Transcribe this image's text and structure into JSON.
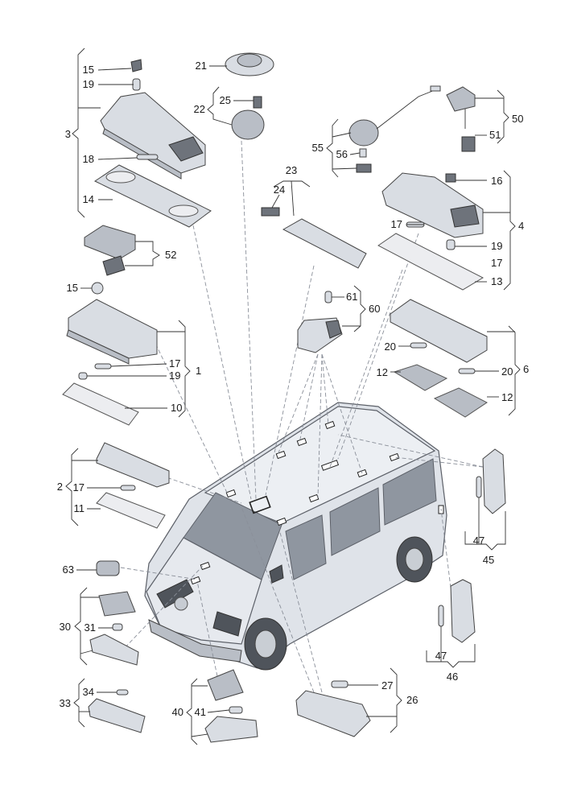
{
  "labels": {
    "l1": "1",
    "l2": "2",
    "l3": "3",
    "l4": "4",
    "l6": "6",
    "l10": "10",
    "l11": "11",
    "l12a": "12",
    "l12b": "12",
    "l13": "13",
    "l14": "14",
    "l15a": "15",
    "l15b": "15",
    "l16": "16",
    "l17a": "17",
    "l17b": "17",
    "l17c": "17",
    "l17d": "17",
    "l18": "18",
    "l19a": "19",
    "l19b": "19",
    "l19c": "19",
    "l20a": "20",
    "l20b": "20",
    "l21": "21",
    "l22": "22",
    "l23": "23",
    "l24": "24",
    "l25": "25",
    "l26": "26",
    "l27": "27",
    "l30": "30",
    "l31": "31",
    "l33": "33",
    "l34": "34",
    "l40": "40",
    "l41": "41",
    "l45": "45",
    "l46": "46",
    "l47a": "47",
    "l47b": "47",
    "l50": "50",
    "l51": "51",
    "l52": "52",
    "l55": "55",
    "l56": "56",
    "l60": "60",
    "l61": "61",
    "l63": "63"
  }
}
